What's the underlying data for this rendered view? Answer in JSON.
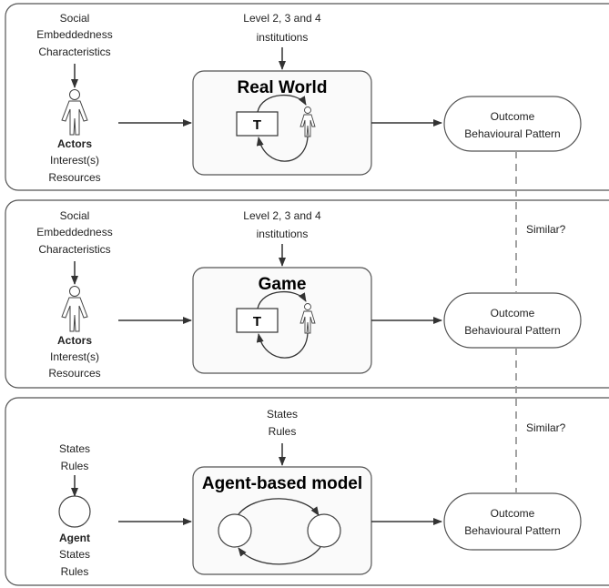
{
  "panels": [
    {
      "top_input": [
        "Level 2, 3 and 4",
        "institutions"
      ],
      "left_input": [
        "Social",
        "Embeddedness",
        "Characteristics"
      ],
      "actor_label": "Actors",
      "actor_attrs": [
        "Interest(s)",
        "Resources"
      ],
      "process_title": "Real World",
      "transaction_label": "T",
      "outcome": [
        "Outcome",
        "Behavioural Pattern"
      ]
    },
    {
      "top_input": [
        "Level 2, 3 and 4",
        "institutions"
      ],
      "left_input": [
        "Social",
        "Embeddedness",
        "Characteristics"
      ],
      "actor_label": "Actors",
      "actor_attrs": [
        "Interest(s)",
        "Resources"
      ],
      "process_title": "Game",
      "transaction_label": "T",
      "outcome": [
        "Outcome",
        "Behavioural Pattern"
      ],
      "similar_label": "Similar?"
    },
    {
      "top_input": [
        "States",
        "Rules"
      ],
      "left_input": [
        "States",
        "Rules"
      ],
      "actor_label": "Agent",
      "actor_attrs": [
        "States",
        "Rules"
      ],
      "process_title": "Agent-based model",
      "outcome": [
        "Outcome",
        "Behavioural Pattern"
      ],
      "similar_label": "Similar?"
    }
  ],
  "colors": {
    "stroke": "#555555",
    "arrow": "#333333",
    "panel_fill": "#ffffff",
    "process_fill": "#fafafa",
    "dash": "#999999"
  }
}
